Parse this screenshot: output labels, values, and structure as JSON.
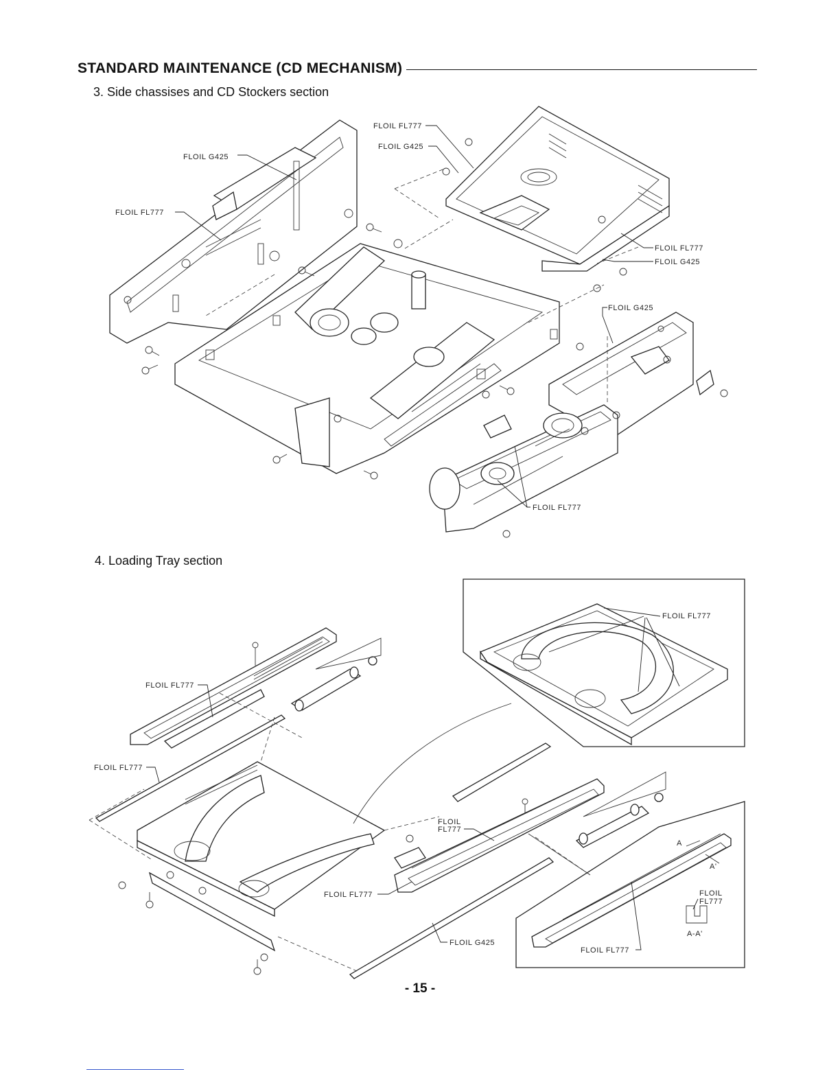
{
  "page": {
    "title": "STANDARD MAINTENANCE (CD MECHANISM)",
    "page_number": "- 15 -"
  },
  "section3": {
    "heading": "3. Side chassises  and CD Stockers section",
    "labels": {
      "left_g425": "FLOIL  G425",
      "left_fl777": "FLOIL  FL777",
      "top_fl777": "FLOIL  FL777",
      "top_g425": "FLOIL  G425",
      "right_fl777": "FLOIL  FL777",
      "right_g425": "FLOIL  G425",
      "mid_g425": "FLOIL  G425",
      "bottom_fl777": "FLOIL  FL777"
    }
  },
  "section4": {
    "heading": "4. Loading Tray section",
    "labels": {
      "rail_fl777": "FLOIL  FL777",
      "shaft_fl777": "FLOIL  FL777",
      "inset_fl777": "FLOIL  FL777",
      "center_floil": "FLOIL",
      "center_fl777": "FL777",
      "tray_fl777": "FLOIL  FL777",
      "rod_g425": "FLOIL  G425",
      "section_floil": "FLOIL",
      "section_fl777": "FL777",
      "section_mark_a": "A",
      "section_mark_a2": "A'",
      "section_view": "A-A'",
      "inset2_fl777": "FLOIL  FL777"
    }
  }
}
